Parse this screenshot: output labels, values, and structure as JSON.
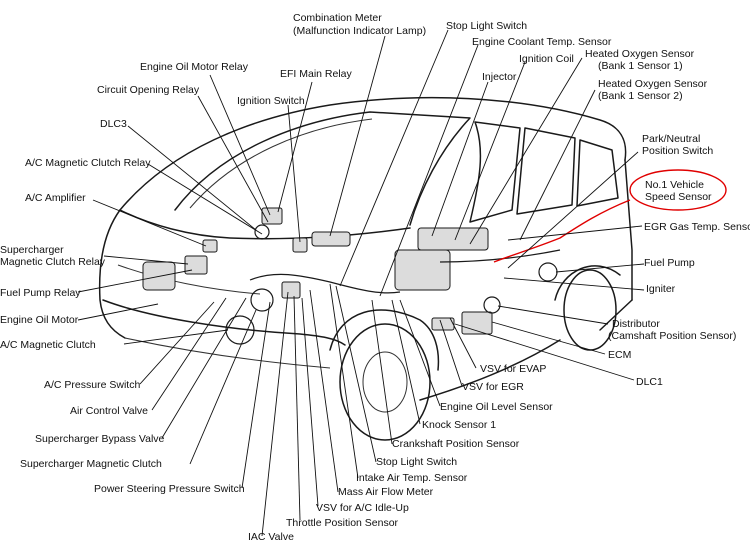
{
  "labels": {
    "combination_meter": "Combination Meter",
    "combination_meter_sub": "(Malfunction Indicator Lamp)",
    "stop_light_switch_top": "Stop Light Switch",
    "engine_coolant_temp_sensor": "Engine Coolant Temp. Sensor",
    "ignition_coil": "Ignition Coil",
    "heated_o2_s1": "Heated Oxygen Sensor",
    "heated_o2_s1_sub": "(Bank 1 Sensor 1)",
    "heated_o2_s2": "Heated Oxygen Sensor",
    "heated_o2_s2_sub": "(Bank 1 Sensor 2)",
    "engine_oil_motor_relay": "Engine Oil Motor Relay",
    "efi_main_relay": "EFI Main Relay",
    "injector": "Injector",
    "circuit_opening_relay": "Circuit Opening Relay",
    "ignition_switch": "Ignition Switch",
    "dlc3": "DLC3",
    "park_neutral_switch": "Park/Neutral",
    "park_neutral_switch_sub": "Position Switch",
    "ac_magnetic_clutch_relay": "A/C Magnetic Clutch Relay",
    "vehicle_speed_sensor": "No.1 Vehicle",
    "vehicle_speed_sensor_sub": "Speed Sensor",
    "ac_amplifier": "A/C Amplifier",
    "egr_gas_temp_sensor": "EGR Gas Temp. Sensor",
    "supercharger_clutch_relay": "Supercharger",
    "supercharger_clutch_relay_sub": "Magnetic Clutch Relay",
    "fuel_pump": "Fuel Pump",
    "fuel_pump_relay": "Fuel Pump Relay",
    "igniter": "Igniter",
    "engine_oil_motor": "Engine Oil Motor",
    "distributor": "Distributor",
    "distributor_sub": "(Camshaft Position Sensor)",
    "ac_magnetic_clutch": "A/C Magnetic Clutch",
    "ecm": "ECM",
    "vsv_evap": "VSV for EVAP",
    "dlc1": "DLC1",
    "ac_pressure_switch": "A/C Pressure Switch",
    "vsv_egr": "VSV for EGR",
    "air_control_valve": "Air Control Valve",
    "engine_oil_level_sensor": "Engine Oil Level Sensor",
    "knock_sensor": "Knock Sensor 1",
    "supercharger_bypass_valve": "Supercharger Bypass Valve",
    "crankshaft_position_sensor": "Crankshaft Position Sensor",
    "supercharger_magnetic_clutch": "Supercharger Magnetic Clutch",
    "stop_light_switch_bottom": "Stop Light Switch",
    "intake_air_temp_sensor": "Intake Air Temp. Sensor",
    "power_steering_pressure_switch": "Power Steering Pressure Switch",
    "mass_air_flow_meter": "Mass Air Flow Meter",
    "vsv_ac_idle_up": "VSV for A/C Idle-Up",
    "throttle_position_sensor": "Throttle Position Sensor",
    "iac_valve": "IAC Valve"
  },
  "colors": {
    "line": "#111111",
    "highlight": "#e00000",
    "background": "#ffffff"
  }
}
